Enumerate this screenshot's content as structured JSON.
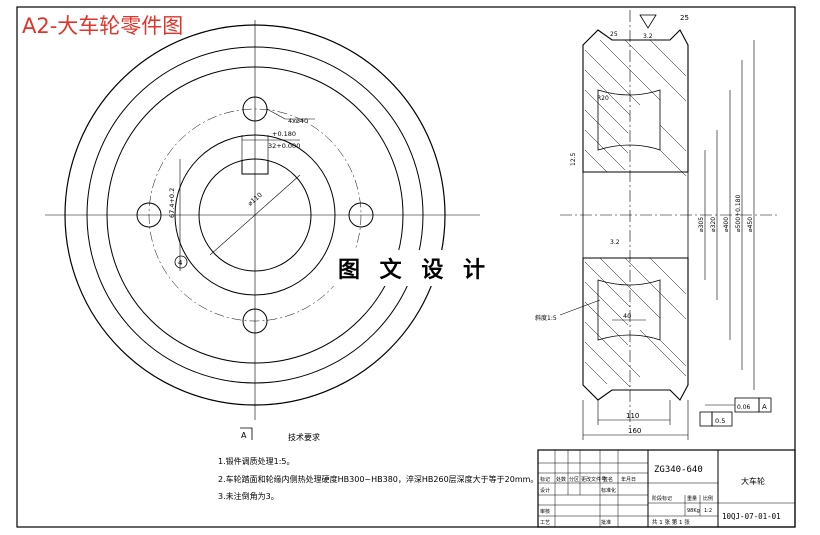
{
  "drawing": {
    "title": "A2-大车轮零件图",
    "watermark": "图 文 设 计",
    "section_mark": "A",
    "surface_note": "25",
    "tech_requirements": {
      "heading": "技术要求",
      "items": [
        "1.锻件调质处理1:5。",
        "2.车轮踏面和轮缘内侧热处理硬度HB300~HB380，淬深HB260层深度大于等于20mm。",
        "3.未注倒角为3。"
      ]
    }
  },
  "dimensions": {
    "holes": "4x⌀40",
    "keyway_tol": "+0.180",
    "keyway_width": "32+0.000",
    "key_height": "67.4+0.2",
    "bore": "⌀110",
    "callout": "4",
    "radius": "R20",
    "d1": "⌀305",
    "d2": "⌀320",
    "d3": "⌀400",
    "d4": "⌀500+0.180",
    "d5": "⌀450",
    "bottom1": "110",
    "bottom2": "160",
    "width40": "40",
    "slope": "斜度1:5",
    "runout": "0.06",
    "datum": "A",
    "tol2": "0.5",
    "ra_top": "25",
    "ra_mid": "3.2",
    "ra_hub": "12.5",
    "ra_side": "3.2"
  },
  "title_block": {
    "material": "ZG340-640",
    "part_name": "大车轮",
    "drawing_no": "10QJ-07-01-01",
    "headers": [
      "标记",
      "处数",
      "分区",
      "更改文件号",
      "签名",
      "年月日"
    ],
    "rows": [
      "设计",
      "审核",
      "工艺"
    ],
    "std_label": "标准化",
    "approve_label": "批准",
    "stage_label": "阶段标记",
    "weight_label": "重量",
    "scale_label": "比例",
    "weight": "98Kg",
    "scale": "1:2",
    "sheet": "共 1 张  第 1 张"
  }
}
